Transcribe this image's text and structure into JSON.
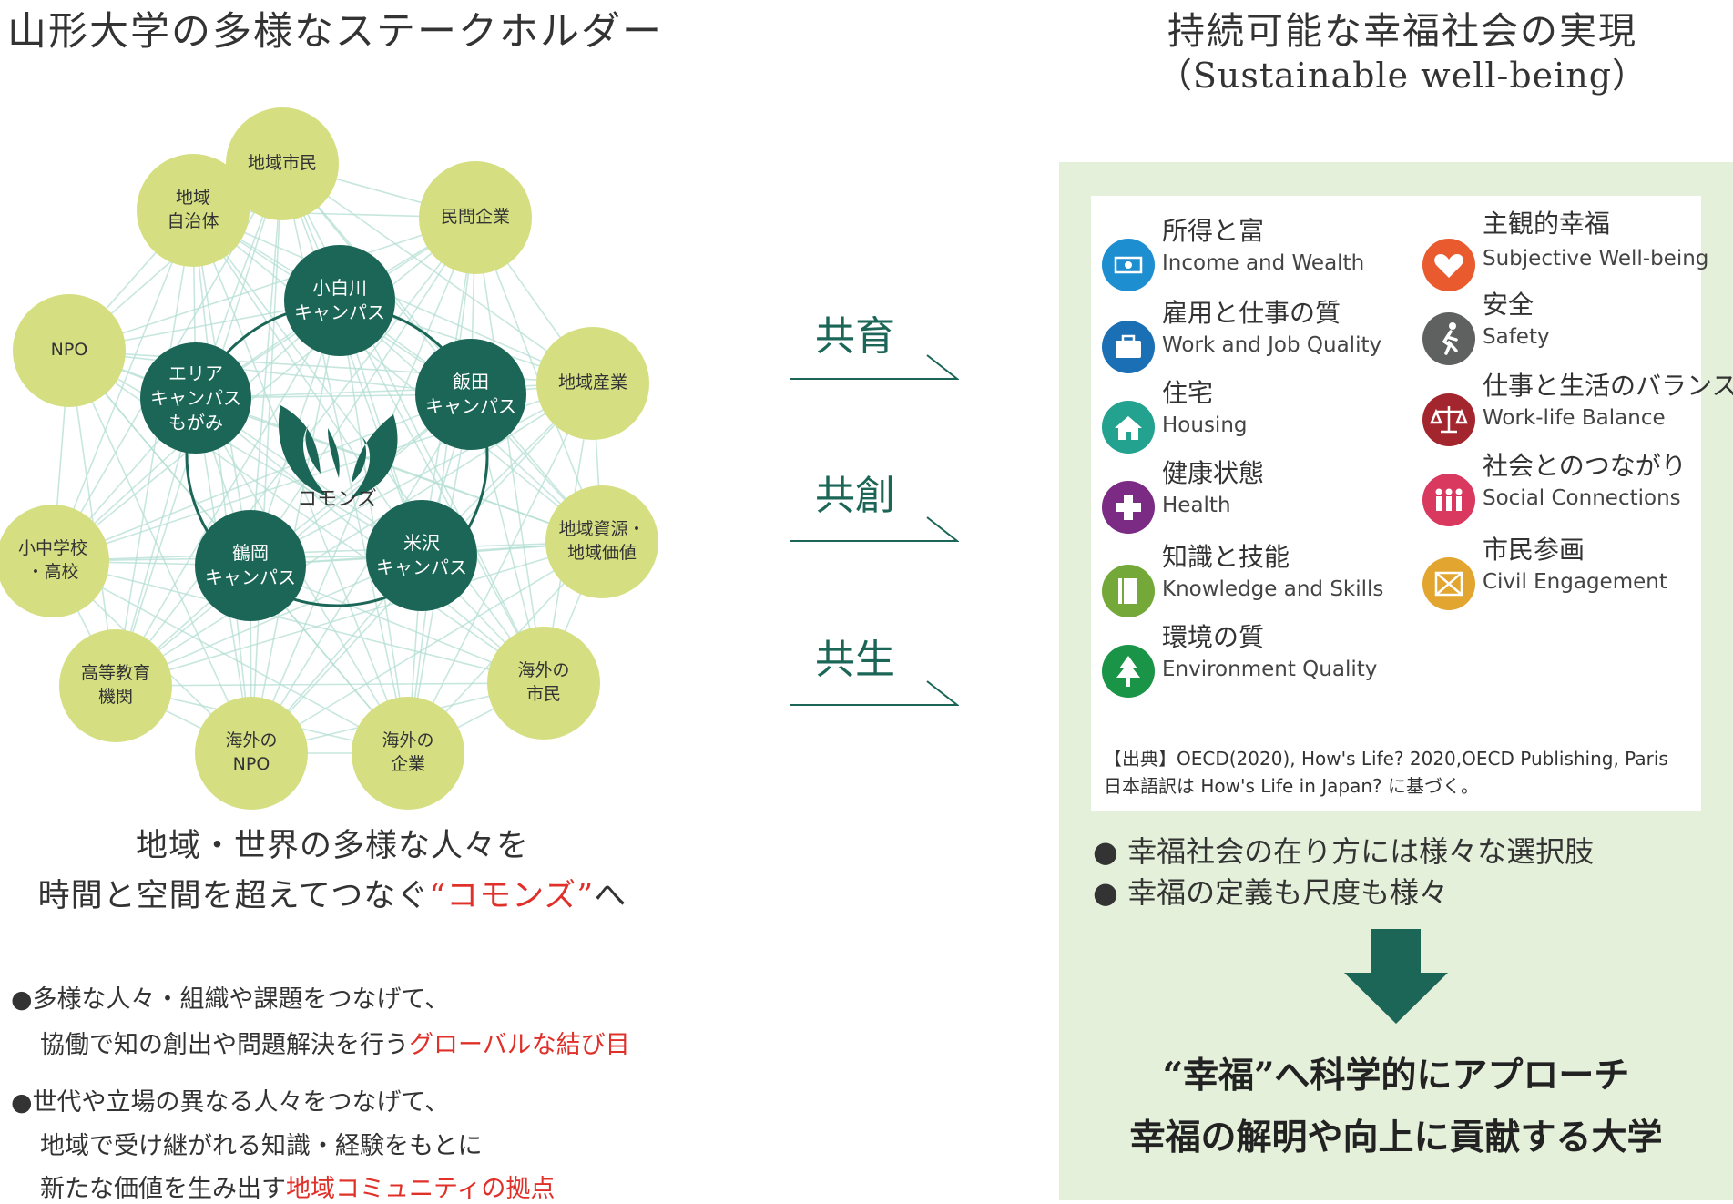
{
  "left": {
    "title": "山形大学の多様なステークホルダー",
    "outer_nodes": [
      "地域市民",
      "民間企業",
      "地域産業",
      "地域資源・\n地域価値",
      "海外の\n市民",
      "海外の\n企業",
      "海外の\nNPO",
      "高等教育\n機関",
      "小中学校\n・高校",
      "NPO",
      "地域\n自治体"
    ],
    "inner_nodes": [
      "小白川\nキャンパス",
      "飯田\nキャンパス",
      "米沢\nキャンパス",
      "鶴岡\nキャンパス",
      "エリア\nキャンパス\nもがみ"
    ],
    "center_label": "コモンズ",
    "statement_line1": "地域・世界の多様な人々を",
    "statement_line2_pre": "時間と空間を超えてつなぐ",
    "statement_line2_highlight": "“コモンズ”",
    "statement_line2_post": "へ",
    "bullet1_line1": "●多様な人々・組織や課題をつなげて、",
    "bullet1_line2_pre": "協働で知の創出や問題解決を行う",
    "bullet1_line2_highlight": "グローバルな結び目",
    "bullet2_line1": "●世代や立場の異なる人々をつなげて、",
    "bullet2_line2": "地域で受け継がれる知識・経験をもとに",
    "bullet2_line3_pre": "新たな価値を生み出す",
    "bullet2_line3_highlight": "地域コミュニティの拠点"
  },
  "middle": {
    "labels": [
      "共育",
      "共創",
      "共生"
    ]
  },
  "right": {
    "title_line1": "持続可能な幸福社会の実現",
    "title_line2": "（Sustainable well-being）",
    "indicators_left": [
      {
        "jp": "所得と富",
        "en": "Income and Wealth",
        "color": "#1d8fd0",
        "icon": "money-icon"
      },
      {
        "jp": "雇用と仕事の質",
        "en": "Work and Job Quality",
        "color": "#1b6fb5",
        "icon": "briefcase-icon"
      },
      {
        "jp": "住宅",
        "en": "Housing",
        "color": "#23a28f",
        "icon": "house-icon"
      },
      {
        "jp": "健康状態",
        "en": "Health",
        "color": "#7b2b83",
        "icon": "cross-icon"
      },
      {
        "jp": "知識と技能",
        "en": "Knowledge and Skills",
        "color": "#74a93a",
        "icon": "book-icon"
      },
      {
        "jp": "環境の質",
        "en": "Environment Quality",
        "color": "#1a9447",
        "icon": "tree-icon"
      }
    ],
    "indicators_right": [
      {
        "jp": "主観的幸福",
        "en": "Subjective Well-being",
        "color": "#e95b2f",
        "icon": "heart-icon"
      },
      {
        "jp": "安全",
        "en": "Safety",
        "color": "#5f6060",
        "icon": "running-person-icon"
      },
      {
        "jp": "仕事と生活のバランス",
        "en": "Work-life Balance",
        "color": "#a3262e",
        "icon": "scales-icon"
      },
      {
        "jp": "社会とのつながり",
        "en": "Social Connections",
        "color": "#d9395f",
        "icon": "people-icon"
      },
      {
        "jp": "市民参画",
        "en": "Civil Engagement",
        "color": "#e2a530",
        "icon": "ballot-icon"
      }
    ],
    "source_line1": "【出典】OECD(2020), How's Life? 2020,OECD Publishing, Paris",
    "source_line2": "日本語訳は How's Life in Japan? に基づく。",
    "bullet1": "● 幸福社会の在り方には様々な選択肢",
    "bullet2": "● 幸福の定義も尺度も様々",
    "conclusion_line1": "“幸福”へ科学的にアプローチ",
    "conclusion_line2": "幸福の解明や向上に貢献する大学"
  },
  "colors": {
    "dark_green": "#1b6657",
    "light_node": "#d5df82",
    "panel_green": "#e4f0da",
    "network_line": "#b5dfd4",
    "highlight_red": "#e0302a"
  }
}
